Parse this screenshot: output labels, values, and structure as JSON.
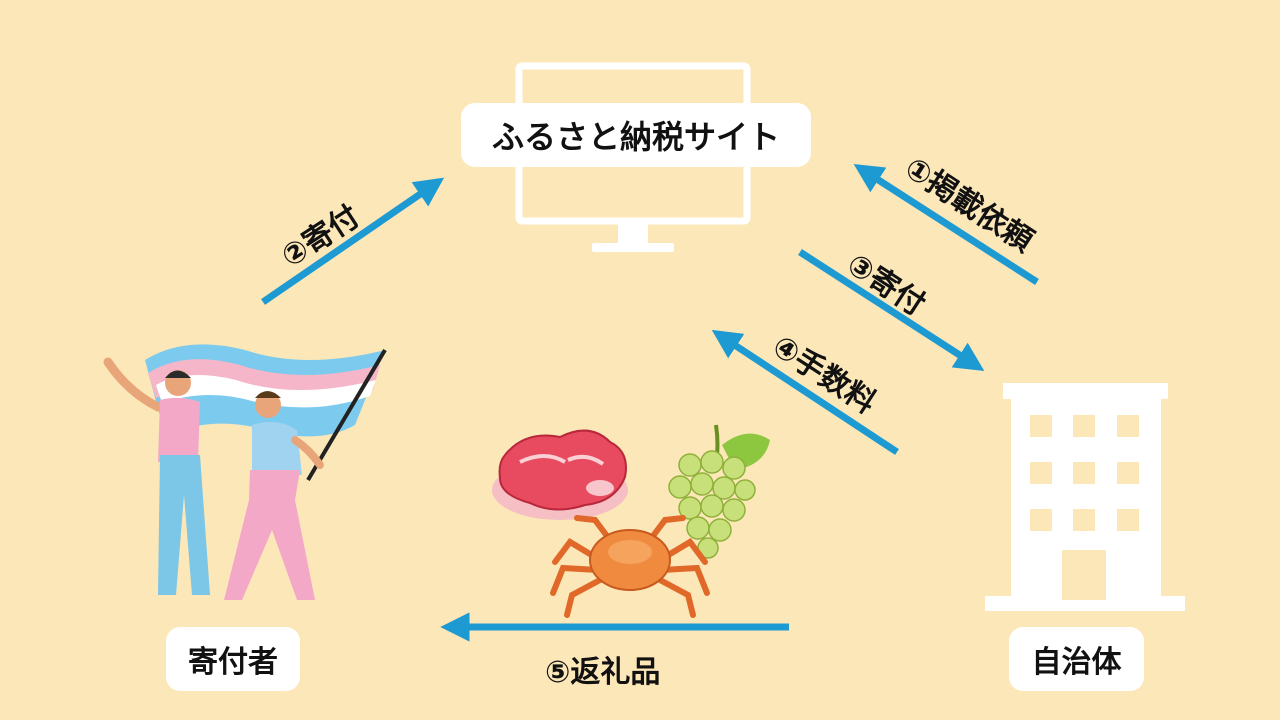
{
  "nodes": {
    "site": "ふるさと納税サイト",
    "donor": "寄付者",
    "municipality": "自治体"
  },
  "arrows": {
    "a1": "①掲載依頼",
    "a2": "②寄付",
    "a3": "③寄付",
    "a4": "④手数料",
    "a5": "⑤返礼品"
  },
  "colors": {
    "background": "#FCE7B8",
    "arrow": "#1E9AD3",
    "node_box": "#FFFFFF",
    "monitor": "#FFFFFF",
    "building": "#FFFFFF"
  },
  "icons": {
    "site": "monitor-icon",
    "municipality": "building-icon",
    "donor": "people-with-flag-illustration",
    "gifts": [
      "meat-icon",
      "crab-icon",
      "grapes-icon"
    ]
  }
}
